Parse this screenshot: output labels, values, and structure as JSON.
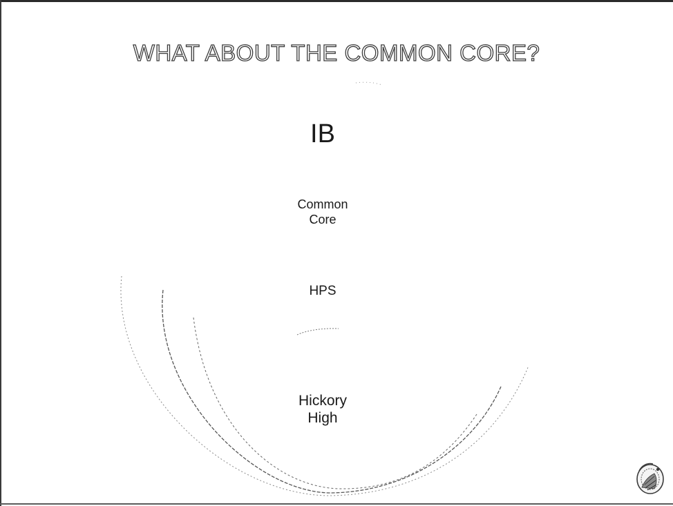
{
  "slide": {
    "title": "WHAT ABOUT THE COMMON CORE?",
    "levels": [
      {
        "line1": "IB"
      },
      {
        "line1": "Common",
        "line2": "Core"
      },
      {
        "line1": "HPS"
      },
      {
        "line1": "Hickory",
        "line2": "High"
      }
    ]
  },
  "colors": {
    "background": "#ffffff",
    "text": "#1a1a1a",
    "title_outline": "#3b3b3b",
    "arc_stroke": "#555555"
  },
  "icons": {
    "corner_logo": "school-seal-icon"
  }
}
